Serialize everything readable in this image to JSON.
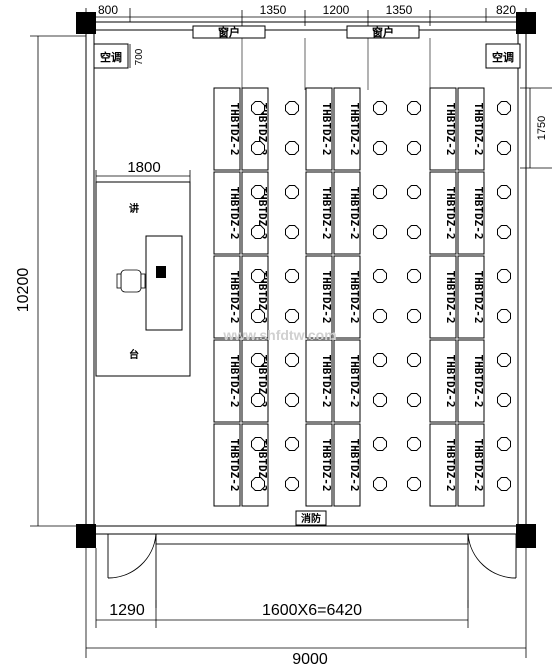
{
  "dimensions": {
    "top_left": "800",
    "top_1350_a": "1350",
    "top_1200": "1200",
    "top_1350_b": "1350",
    "top_right": "820",
    "ac_height": "700",
    "right_height": "1750",
    "podium_width": "1800",
    "total_height": "10200",
    "door_offset": "1290",
    "door_span": "1600X6=6420",
    "total_width": "9000"
  },
  "labels": {
    "window_left": "窗户",
    "window_right": "窗户",
    "ac_left": "空调",
    "ac_right": "空调",
    "podium_top": "讲",
    "podium_bottom": "台",
    "fire": "消防",
    "watermark": "www.shfdtw.com"
  },
  "benches": {
    "label": "THBTDZ-2",
    "columns": 6,
    "rows": 5
  }
}
